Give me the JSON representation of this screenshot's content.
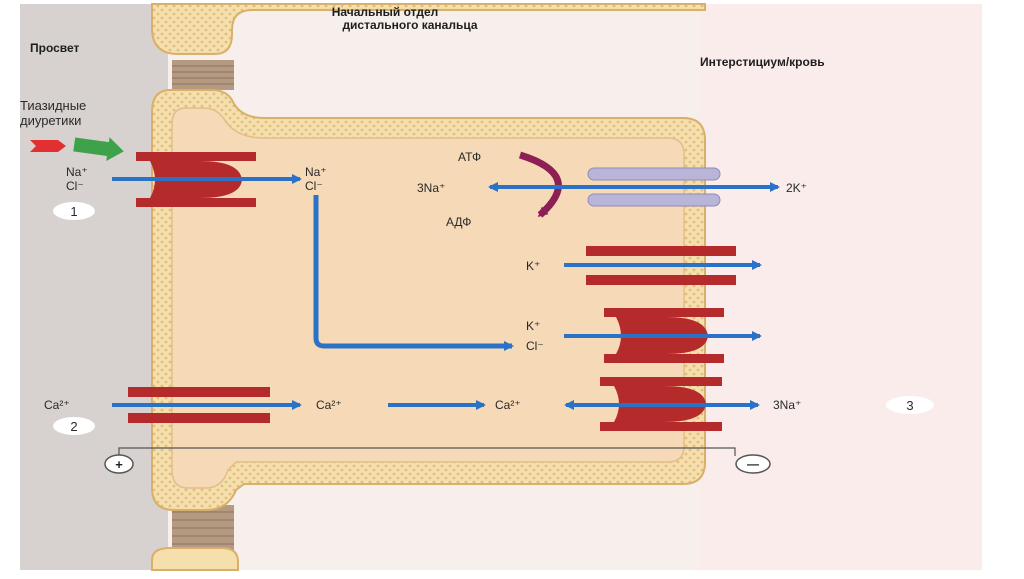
{
  "header": {
    "segment_line1": "Начальный отдел",
    "segment_line2": "дистального канальца",
    "lumen": "Просвет",
    "interstitium": "Интерстициум/кровь"
  },
  "drug": {
    "line1": "Тиазидные",
    "line2": "диуретики"
  },
  "ions": {
    "lumen_na": "Na⁺",
    "lumen_cl": "Cl⁻",
    "cell_na": "Na⁺",
    "cell_cl": "Cl⁻",
    "atp": "АТФ",
    "adp": "АДФ",
    "pump_na": "3Na⁺",
    "pump_k": "2K⁺",
    "k_channel": "K⁺",
    "kcl_k": "K⁺",
    "kcl_cl": "Cl⁻",
    "lumen_ca": "Ca²⁺",
    "cell_ca1": "Ca²⁺",
    "cell_ca2": "Ca²⁺",
    "exch_na": "3Na⁺"
  },
  "markers": {
    "m1": "1",
    "m2": "2",
    "m3": "3",
    "plus": "+",
    "minus": "—"
  },
  "colors": {
    "background": "#ffffff",
    "panel": "#f7efeb",
    "lumen_strip": "#d7d2cf",
    "cell": "#f6d9b6",
    "membrane": "#f4dfad",
    "membrane_dots": "#d9b06a",
    "transporter": "#b52a2a",
    "arrow": "#2a72c8",
    "atp_arc": "#8c1f54",
    "pump": "#b9b5d9",
    "thiazide_red": "#e23030",
    "thiazide_green": "#3ea24a"
  }
}
